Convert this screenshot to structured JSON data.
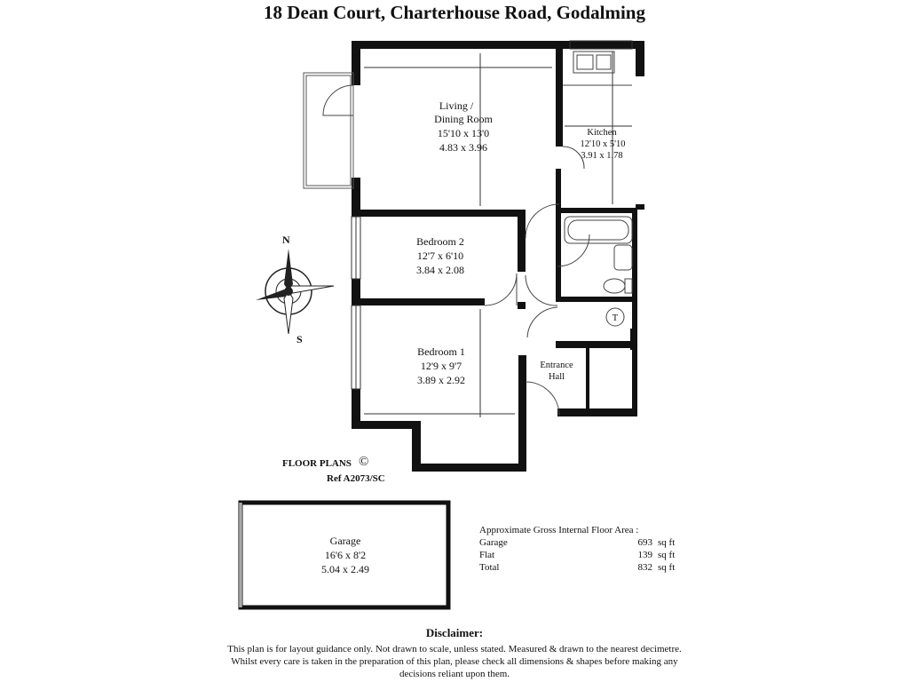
{
  "title": "18 Dean Court, Charterhouse Road, Godalming",
  "rooms": {
    "living": {
      "label1": "Living /",
      "label2": "Dining Room",
      "imperial": "15'10 x 13'0",
      "metric": "4.83 x 3.96"
    },
    "kitchen": {
      "label": "Kitchen",
      "imperial": "12'10 x 5'10",
      "metric": "3.91 x 1.78"
    },
    "bedroom2": {
      "label": "Bedroom 2",
      "imperial": "12'7 x 6'10",
      "metric": "3.84 x 2.08"
    },
    "bedroom1": {
      "label": "Bedroom 1",
      "imperial": "12'9 x 9'7",
      "metric": "3.89 x 2.92"
    },
    "hall": {
      "label1": "Entrance",
      "label2": "Hall"
    },
    "garage": {
      "label": "Garage",
      "imperial": "16'6 x 8'2",
      "metric": "5.04 x 2.49"
    }
  },
  "cupboard_symbol": "T",
  "compass": {
    "north": "N",
    "south": "S"
  },
  "floor_plans": {
    "label": "FLOOR PLANS",
    "copyright": "©",
    "ref": "Ref   A2073/SC"
  },
  "area": {
    "heading": "Approximate Gross Internal Floor Area  :",
    "rows": [
      {
        "name": "Garage",
        "value": "693",
        "unit": "sq ft"
      },
      {
        "name": "Flat",
        "value": "139",
        "unit": "sq ft"
      },
      {
        "name": "Total",
        "value": "832",
        "unit": "sq ft"
      }
    ]
  },
  "disclaimer": {
    "heading": "Disclaimer:",
    "text": "This plan is for layout guidance only.  Not drawn to scale, unless stated.  Measured & drawn to the nearest decimetre. Whilst every care is taken in the preparation of this plan, please check all dimensions & shapes before making any decisions reliant upon them."
  }
}
